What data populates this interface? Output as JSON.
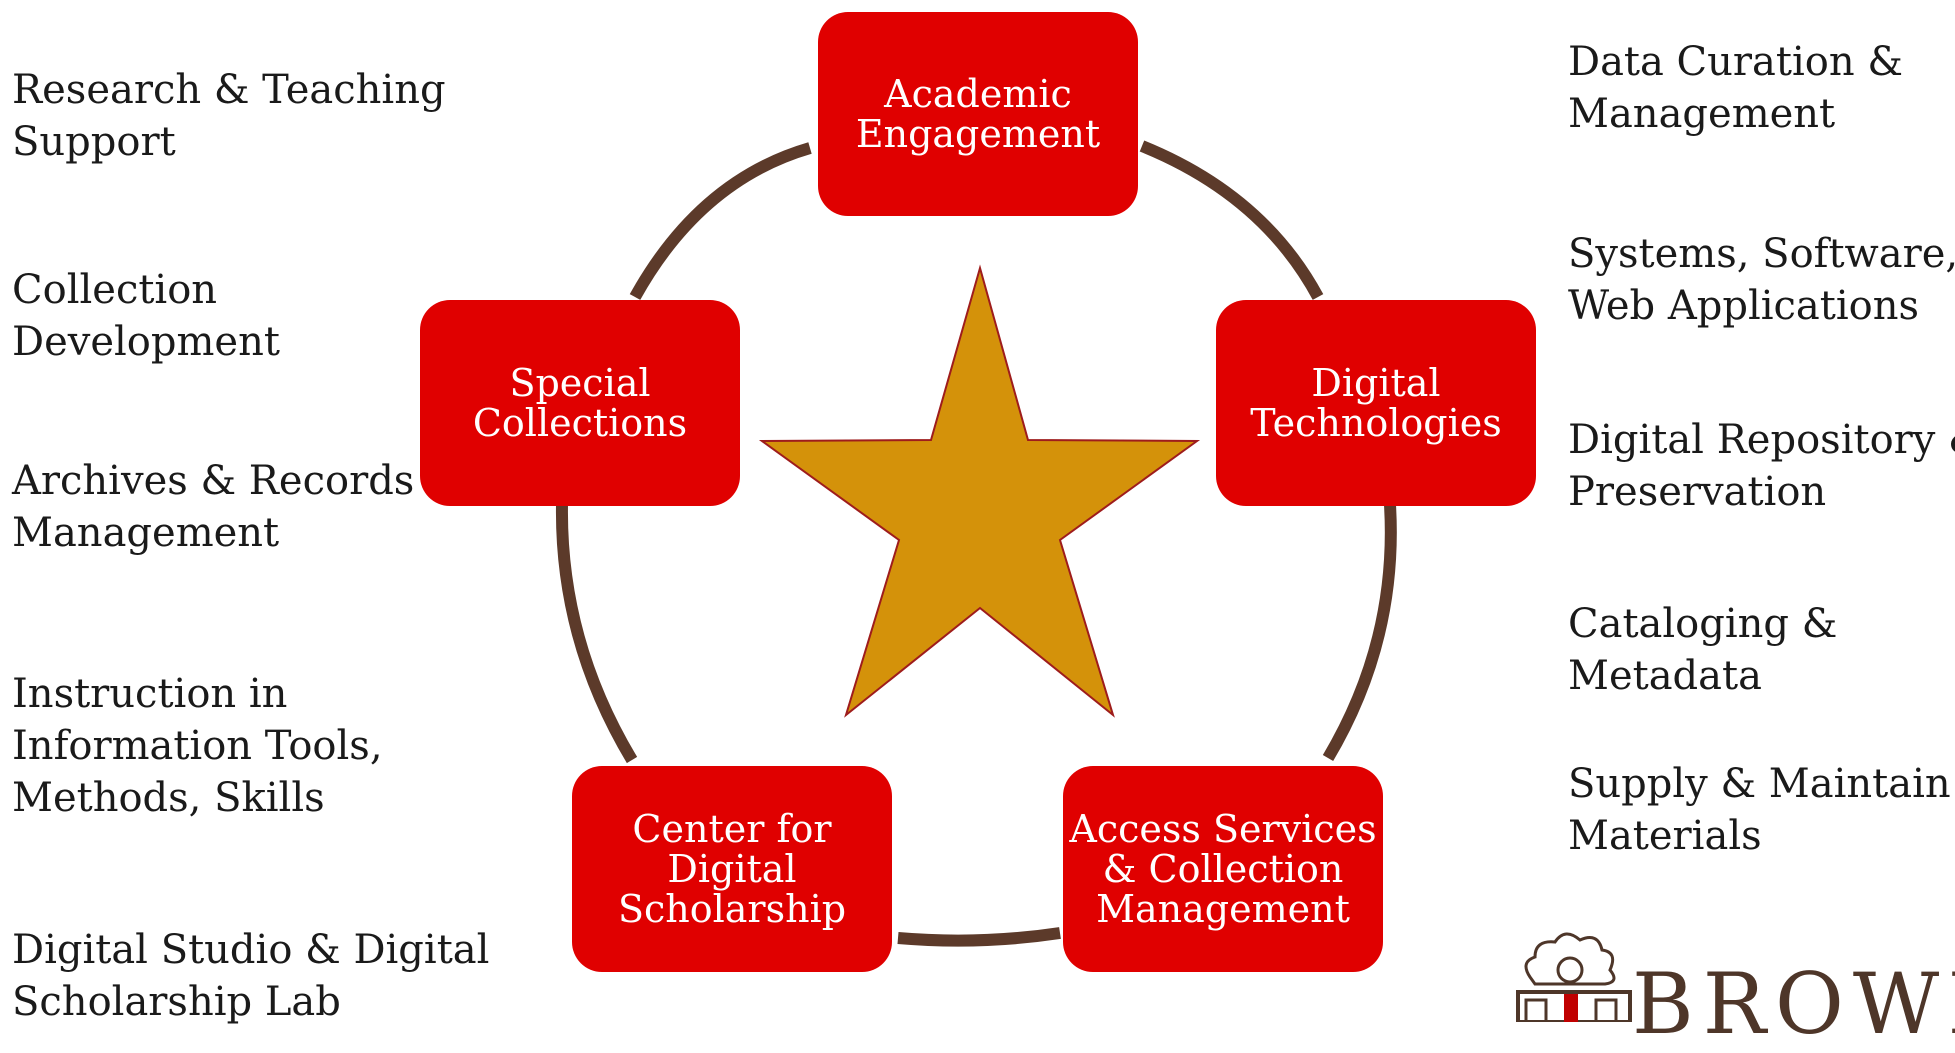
{
  "left_items": [
    {
      "lines": [
        "Research & Teaching",
        "Support"
      ]
    },
    {
      "lines": [
        "Collection",
        "Development"
      ]
    },
    {
      "lines": [
        "Archives & Records",
        "Management"
      ]
    },
    {
      "lines": [
        "Instruction in",
        "Information Tools,",
        "Methods, Skills"
      ]
    },
    {
      "lines": [
        "Digital Studio & Digital",
        "Scholarship Lab"
      ]
    }
  ],
  "right_items": [
    {
      "lines": [
        "Data Curation &",
        "Management"
      ]
    },
    {
      "lines": [
        "Systems, Software,",
        "Web Applications"
      ]
    },
    {
      "lines": [
        "Digital Repository &",
        "Preservation"
      ]
    },
    {
      "lines": [
        "Cataloging &",
        "Metadata"
      ]
    },
    {
      "lines": [
        "Supply & Maintain",
        "Materials"
      ]
    }
  ],
  "nodes": {
    "academic": {
      "lines": [
        "Academic",
        "Engagement"
      ]
    },
    "digital_tech": {
      "lines": [
        "Digital",
        "Technologies"
      ]
    },
    "access": {
      "lines": [
        "Access Services",
        "& Collection",
        "Management"
      ]
    },
    "cds": {
      "lines": [
        "Center for",
        "Digital",
        "Scholarship"
      ]
    },
    "special": {
      "lines": [
        "Special",
        "Collections"
      ]
    }
  },
  "logo": {
    "text": "BROWN"
  },
  "colors": {
    "node_fill": "#e00000",
    "ring": "#5c3a2a",
    "star_fill": "#d4920a",
    "star_stroke": "#9e1c1c",
    "logo_color": "#4e3629"
  }
}
